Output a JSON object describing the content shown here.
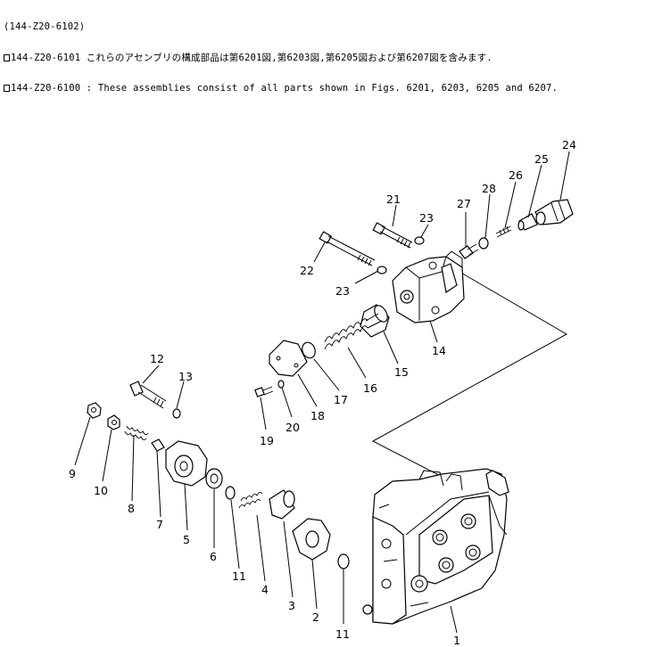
{
  "header": {
    "line1": "(144-Z20-6102)",
    "line2_code": "144-Z20-6101",
    "line2_text": "これらのアセンブリの構成部品は第6201図,第6203図,第6205図および第6207図を含みます.",
    "line3_code": "144-Z20-6100",
    "line3_text": ": These assemblies consist of all parts shown in Figs. 6201, 6203, 6205 and 6207."
  },
  "callouts": [
    "1",
    "2",
    "3",
    "4",
    "5",
    "6",
    "7",
    "8",
    "9",
    "10",
    "11",
    "11",
    "12",
    "13",
    "14",
    "15",
    "16",
    "17",
    "18",
    "19",
    "20",
    "21",
    "22",
    "23",
    "23",
    "24",
    "25",
    "26",
    "27",
    "28"
  ]
}
